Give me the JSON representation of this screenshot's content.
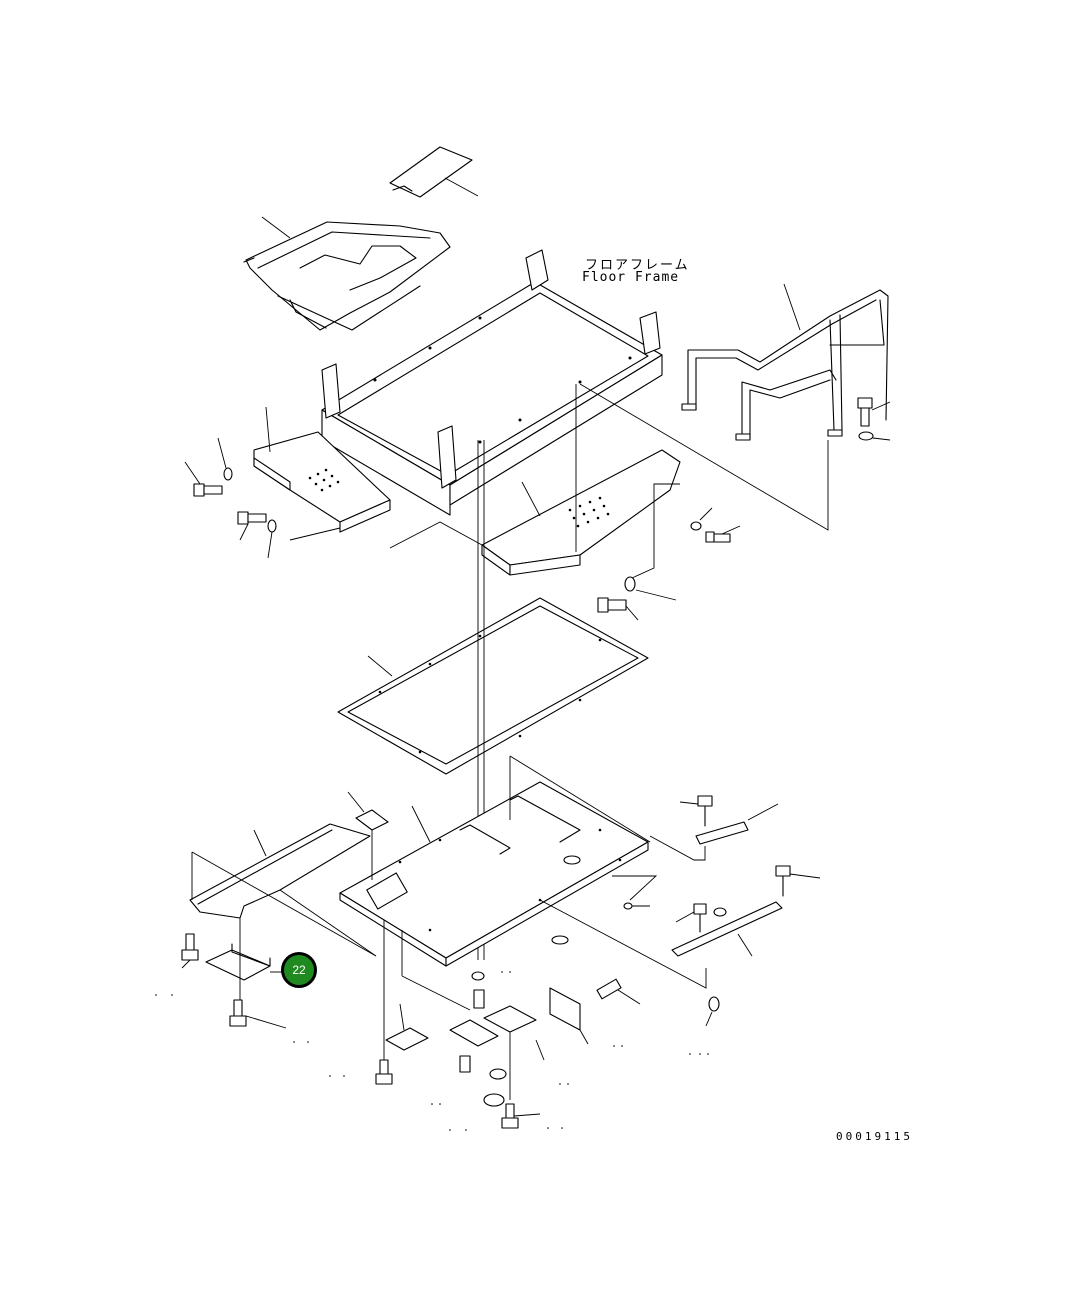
{
  "labels": {
    "floor_frame_jp": "フロアフレーム",
    "floor_frame_en": "Floor Frame",
    "drawing_number": "00019115"
  },
  "callouts": [
    {
      "id": "22",
      "color": "#1f8a1f"
    }
  ]
}
